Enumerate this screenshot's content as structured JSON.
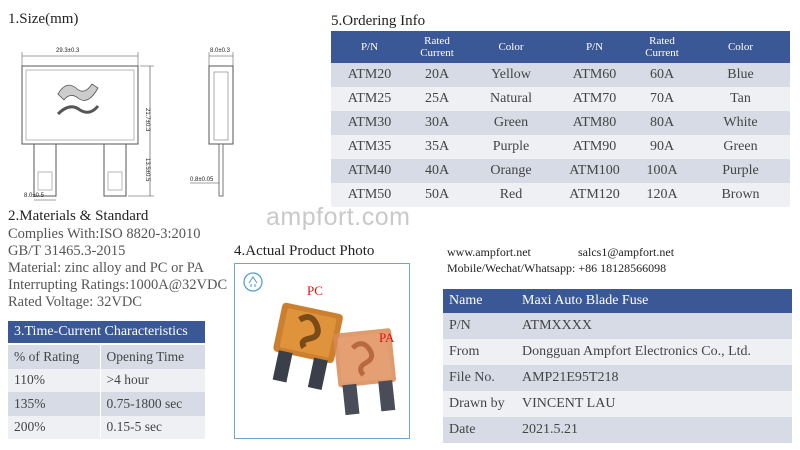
{
  "size_section": {
    "title": "1.Size(mm)",
    "dims": {
      "width": "29.3±0.3",
      "height": "21.7±0.3",
      "leg": "13.5±0.5",
      "leg_width": "8.0±0.5",
      "thickness": "8.0±0.3",
      "blade": "0.8±0.05"
    }
  },
  "materials": {
    "title": "2.Materials & Standard",
    "lines": [
      "Complies With:ISO 8820-3:2010",
      "GB/T 31465.3-2015",
      "Material: zinc alloy and PC or PA",
      "Interrupting Ratings:1000A@32VDC",
      "Rated Voltage: 32VDC"
    ]
  },
  "time_current": {
    "title": "3.Time-Current Characteristics",
    "headers": [
      "% of Rating",
      "Opening Time"
    ],
    "rows": [
      [
        "110%",
        ">4 hour"
      ],
      [
        "135%",
        "0.75-1800 sec"
      ],
      [
        "200%",
        "0.15-5 sec"
      ]
    ]
  },
  "photo": {
    "title": "4.Actual Product Photo",
    "label_pc": "PC",
    "label_pa": "PA"
  },
  "watermark": "ampfort.com",
  "ordering": {
    "title": "5.Ordering Info",
    "headers": [
      "P/N",
      "Rated Current",
      "Color",
      "P/N",
      "Rated Current",
      "Color"
    ],
    "rows": [
      [
        "ATM20",
        "20A",
        "Yellow",
        "ATM60",
        "60A",
        "Blue"
      ],
      [
        "ATM25",
        "25A",
        "Natural",
        "ATM70",
        "70A",
        "Tan"
      ],
      [
        "ATM30",
        "30A",
        "Green",
        "ATM80",
        "80A",
        "White"
      ],
      [
        "ATM35",
        "35A",
        "Purple",
        "ATM90",
        "90A",
        "Green"
      ],
      [
        "ATM40",
        "40A",
        "Orange",
        "ATM100",
        "100A",
        "Purple"
      ],
      [
        "ATM50",
        "50A",
        "Red",
        "ATM120",
        "120A",
        "Brown"
      ]
    ]
  },
  "contact": {
    "website": "www.ampfort.net",
    "email": "salcs1@ampfort.net",
    "phone": "Mobile/Wechat/Whatsapp: +86 18128566098"
  },
  "product_info": {
    "rows": [
      [
        "Name",
        "Maxi Auto Blade Fuse"
      ],
      [
        "P/N",
        "ATMXXXX"
      ],
      [
        "From",
        "Dongguan Ampfort Electronics Co., Ltd."
      ],
      [
        "File No.",
        "AMP21E95T218"
      ],
      [
        "Drawn by",
        "VINCENT LAU"
      ],
      [
        "Date",
        "2021.5.21"
      ]
    ]
  },
  "colors": {
    "header_blue": "#3a5896",
    "row_shade": "#d6dbe6",
    "row_light": "#eef0f4",
    "fuse_pc": "#c9741e",
    "fuse_pa": "#d98a55",
    "photo_border": "#6fa7cc"
  }
}
